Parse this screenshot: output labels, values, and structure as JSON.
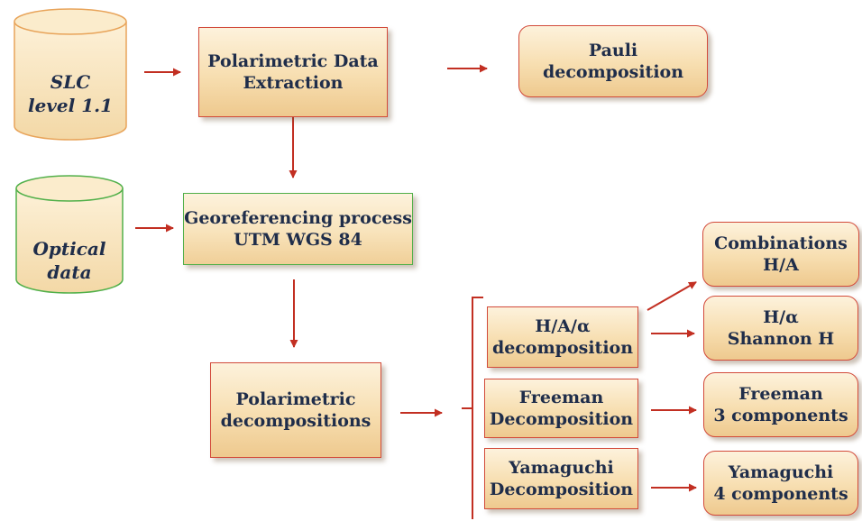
{
  "colors": {
    "arrow": "#c22f22",
    "box_border": "#d24a3a",
    "optical_border": "#52b04a",
    "slc_border": "#e8a45a",
    "text": "#1f2d4a"
  },
  "nodes": {
    "slc": "SLC\nlevel 1.1",
    "optical": "Optical\ndata",
    "extraction": "Polarimetric Data\nExtraction",
    "pauli": "Pauli\ndecomposition",
    "georef": "Georeferencing process\nUTM WGS 84",
    "polar_decomp": "Polarimetric\ndecompositions",
    "ha_alpha": "H/A/α\ndecomposition",
    "freeman": "Freeman\nDecomposition",
    "yamaguchi": "Yamaguchi\nDecomposition",
    "comb_ha": "Combinations\nH/A",
    "h_alpha_shannon": "H/α\nShannon H",
    "freeman3": "Freeman\n3 components",
    "yamaguchi4": "Yamaguchi\n4 components"
  }
}
